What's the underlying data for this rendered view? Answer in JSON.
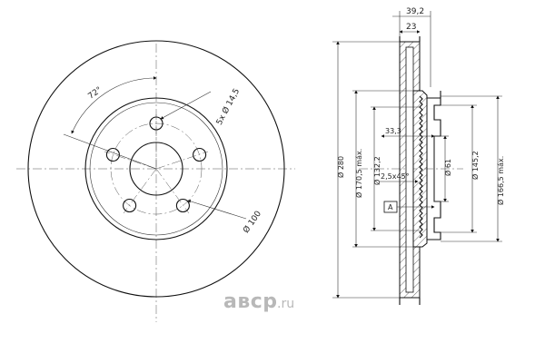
{
  "front_view": {
    "angle_label": "72°",
    "bolt_hole_label": "5x Ø 14,5",
    "pcd_label": "Ø 100"
  },
  "section_view": {
    "overall_width_label": "39,2",
    "disc_thickness_label": "23",
    "outer_diameter_label": "Ø 280",
    "inner_ring_diameter_label": "Ø 170,5 máx.",
    "hub_diameter_label": "Ø 132,2",
    "hat_depth_label": "33,3",
    "chamfer_label": "2,5x45°",
    "center_bore_label": "Ø 61",
    "hat_outer_diameter_label": "Ø 145,2",
    "max_diameter_label": "Ø 166,5 máx.",
    "datum_label": "A"
  },
  "watermark": {
    "name": "aвсp",
    "tld": ".ru"
  },
  "colors": {
    "line": "#111111",
    "watermark": "#b8b8b8"
  }
}
